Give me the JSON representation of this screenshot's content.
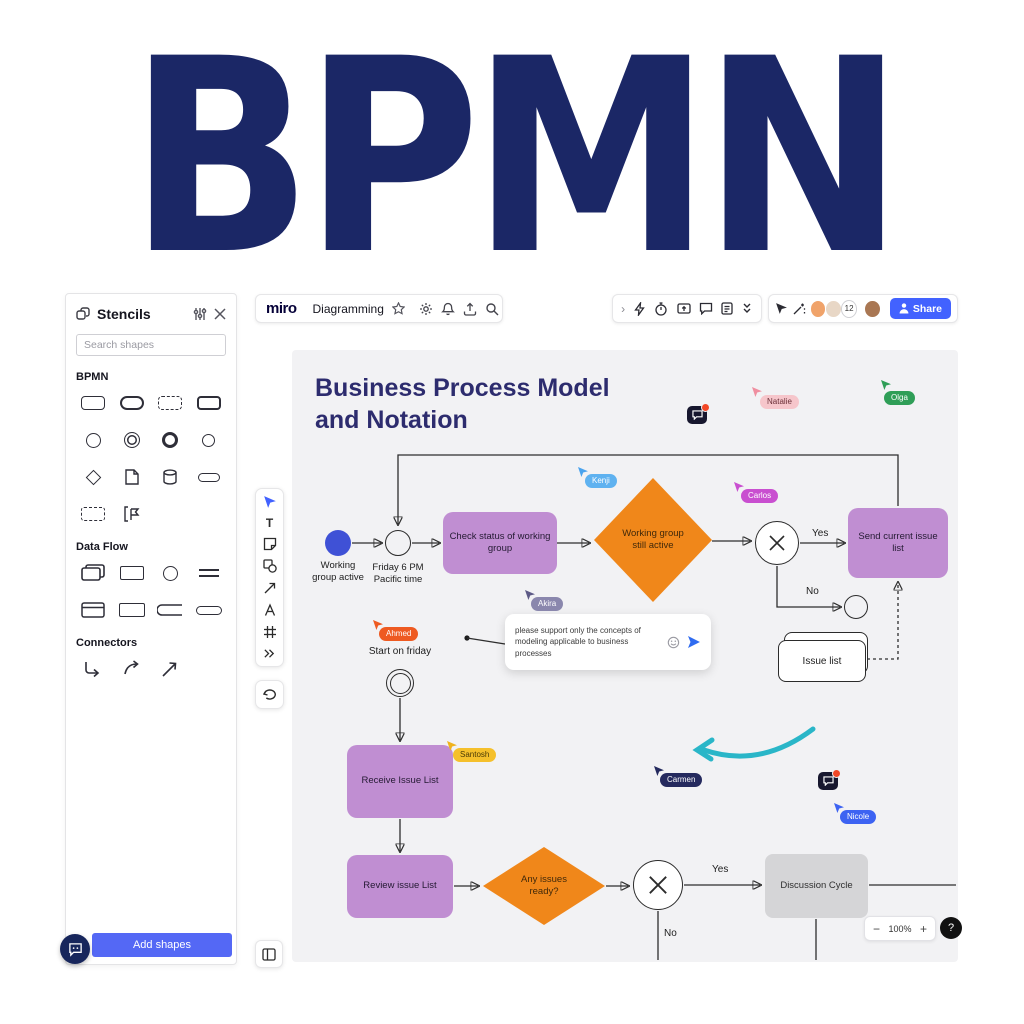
{
  "hero": {
    "title": "BPMN",
    "color": "#1b2766"
  },
  "stencils": {
    "title": "Stencils",
    "search_placeholder": "Search shapes",
    "sections": [
      {
        "label": "BPMN"
      },
      {
        "label": "Data Flow"
      },
      {
        "label": "Connectors"
      }
    ],
    "bpmn_icons": [
      "rounded-rectangle",
      "task-rounded-rectangle",
      "dashed-rounded-rectangle",
      "thick-rounded-rectangle",
      "circle-event",
      "double-circle-event",
      "thick-circle-event",
      "thin-circle-event",
      "diamond-gateway",
      "document",
      "data-store",
      "flat-rounded-rectangle",
      "dashed-subprocess",
      "event-flag"
    ],
    "data_flow_icons": [
      "stacked-rectangles",
      "rectangle",
      "ellipse",
      "parallel-lines",
      "titled-rectangle",
      "wide-rectangle",
      "open-flat-rectangle",
      "flat-rectangle"
    ],
    "connector_icons": [
      "elbow-arrow",
      "curved-arrow",
      "straight-arrow"
    ],
    "header_icons": [
      "stencil-icon",
      "sliders-icon",
      "close-icon"
    ],
    "add_button": "Add shapes",
    "add_button_color": "#5468f5"
  },
  "topbar": {
    "logo": "miro",
    "board_name": "Diagramming",
    "left_icons": [
      "star-icon",
      "gear-icon",
      "bell-icon",
      "upload-icon",
      "search-icon"
    ],
    "right_icons": [
      "expand-icon",
      "lightning-icon",
      "timer-icon",
      "present-icon",
      "chat-icon",
      "notes-icon",
      "collapse-icon",
      "cursor-icon",
      "magic-wand-icon"
    ],
    "collab_count": "12",
    "share_label": "Share",
    "share_color": "#4262ff"
  },
  "tools": [
    "select-cursor",
    "text-tool",
    "sticky-note-tool",
    "shapes-tool",
    "connector-tool",
    "pen-tool",
    "frame-tool",
    "more-tools",
    "undo",
    "frames-panel"
  ],
  "canvas": {
    "title_line1": "Business Process Model",
    "title_line2": "and Notation",
    "title_color": "#2d2c6e",
    "colors": {
      "task_purple": "#c08ed2",
      "gateway_orange": "#f0871a",
      "cycle_gray": "#d5d5d7",
      "event_blue": "#3f51d6",
      "teal_arrow": "#2ab6c8",
      "doodle_pink": "#ef8e9e"
    },
    "nodes": {
      "start_label": "Working group active",
      "timer_label": "Friday 6 PM Pacific time",
      "check_status": "Check status of working group",
      "working_group_active": "Working group still active",
      "yes1": "Yes",
      "no1": "No",
      "send_issue_list": "Send current issue list",
      "issue_list": "Issue list",
      "comment": "please support only the concepts of modeling applicable to business processes",
      "start_friday": "Start on friday",
      "receive_issue_list": "Receive Issue List",
      "review_issue_list": "Review issue List",
      "any_issues": "Any issues ready?",
      "yes2": "Yes",
      "no2": "No",
      "discussion_cycle": "Discussion Cycle"
    },
    "collaborators": [
      {
        "name": "Natalie",
        "color": "#f6c6cb"
      },
      {
        "name": "Olga",
        "color": "#2f9e57"
      },
      {
        "name": "Kenji",
        "color": "#5fb2f0"
      },
      {
        "name": "Carlos",
        "color": "#c94fd0"
      },
      {
        "name": "Akira",
        "color": "#8a87ad"
      },
      {
        "name": "Ahmed",
        "color": "#ee5a21"
      },
      {
        "name": "Santosh",
        "color": "#f5c02b"
      },
      {
        "name": "Carmen",
        "color": "#252a5e"
      },
      {
        "name": "Nicole",
        "color": "#3d63f2"
      }
    ],
    "comment_badges": 2,
    "zoom": {
      "minus": "−",
      "level": "100%",
      "plus": "+",
      "help": "?"
    }
  }
}
